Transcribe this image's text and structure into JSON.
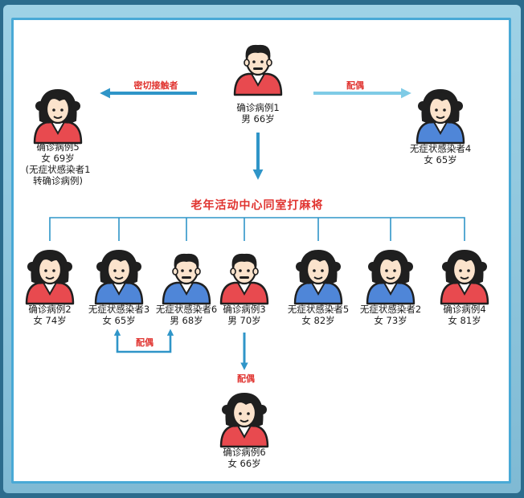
{
  "title": "老年活动中心同室打麻将",
  "colors": {
    "red_shirt": "#e84a4f",
    "blue_shirt": "#4f86d8",
    "arrow_blue": "#2f95c8",
    "arrow_light": "#7fcbe6",
    "text_red": "#e0332f"
  },
  "nodes": {
    "p1": {
      "name": "确诊病例1",
      "info": "男 66岁",
      "gender": "male",
      "shirt": "red"
    },
    "p5": {
      "name": "确诊病例5",
      "info": "女 69岁",
      "note1": "(无症状感染者1",
      "note2": "转确诊病例)",
      "gender": "female",
      "shirt": "red"
    },
    "a4": {
      "name": "无症状感染者4",
      "info": "女 65岁",
      "gender": "female",
      "shirt": "blue"
    },
    "p2": {
      "name": "确诊病例2",
      "info": "女 74岁",
      "gender": "female",
      "shirt": "red"
    },
    "a3": {
      "name": "无症状感染者3",
      "info": "女 65岁",
      "gender": "female",
      "shirt": "blue"
    },
    "a6": {
      "name": "无症状感染者6",
      "info": "男 68岁",
      "gender": "male",
      "shirt": "blue"
    },
    "p3": {
      "name": "确诊病例3",
      "info": "男 70岁",
      "gender": "male",
      "shirt": "red"
    },
    "a5": {
      "name": "无症状感染者5",
      "info": "女 82岁",
      "gender": "female",
      "shirt": "blue"
    },
    "a2": {
      "name": "无症状感染者2",
      "info": "女 73岁",
      "gender": "female",
      "shirt": "blue"
    },
    "p4": {
      "name": "确诊病例4",
      "info": "女 81岁",
      "gender": "female",
      "shirt": "red"
    },
    "p6": {
      "name": "确诊病例6",
      "info": "女 66岁",
      "gender": "female",
      "shirt": "red"
    }
  },
  "edges": {
    "close_contact": "密切接触者",
    "spouse_top": "配偶",
    "spouse_mid": "配偶",
    "spouse_bottom": "配偶"
  }
}
